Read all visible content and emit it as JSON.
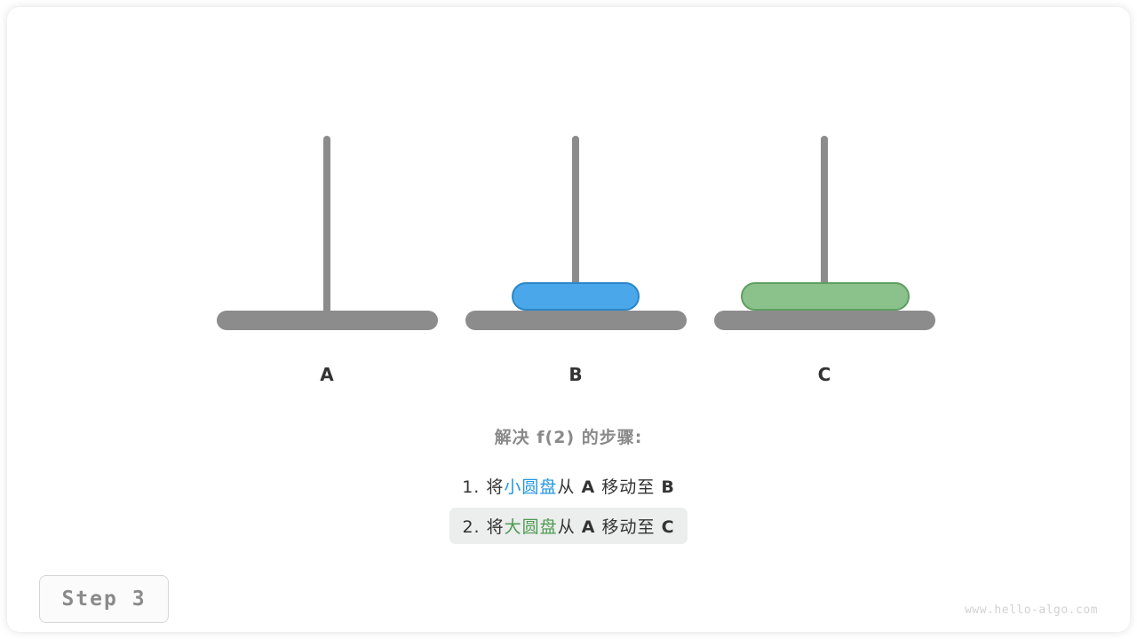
{
  "figure": {
    "title": "解决 f(2) 的步骤:",
    "step_badge": "Step 3",
    "watermark": "www.hello-algo.com"
  },
  "pillars": [
    {
      "id": "A",
      "label": "A",
      "discs": []
    },
    {
      "id": "B",
      "label": "B",
      "discs": [
        "small"
      ]
    },
    {
      "id": "C",
      "label": "C",
      "discs": [
        "large"
      ]
    }
  ],
  "discs": {
    "small": {
      "name": "小圆盘",
      "color": "#4aa8ea",
      "border": "#2a86c8",
      "width": 144
    },
    "large": {
      "name": "大圆盘",
      "color": "#8bc28b",
      "border": "#5f9e63",
      "width": 190
    }
  },
  "steps": [
    {
      "index": "1.",
      "verb_prefix": "将",
      "disc_label": "小圆盘",
      "from_word": "从",
      "from_peg": "A",
      "move_word": "移动至",
      "to_peg": "B",
      "highlighted": false,
      "disc_color": "#2196e3"
    },
    {
      "index": "2.",
      "verb_prefix": "将",
      "disc_label": "大圆盘",
      "from_word": "从",
      "from_peg": "A",
      "move_word": "移动至",
      "to_peg": "C",
      "highlighted": true,
      "disc_color": "#4c9a51"
    }
  ],
  "colors": {
    "pillar_gray": "#8c8c8c",
    "label_dark": "#333333",
    "title_gray": "#8a8a8a",
    "highlight_bg": "#eceded",
    "badge_border": "#d6d6d6",
    "watermark_gray": "#d2d2d2"
  }
}
